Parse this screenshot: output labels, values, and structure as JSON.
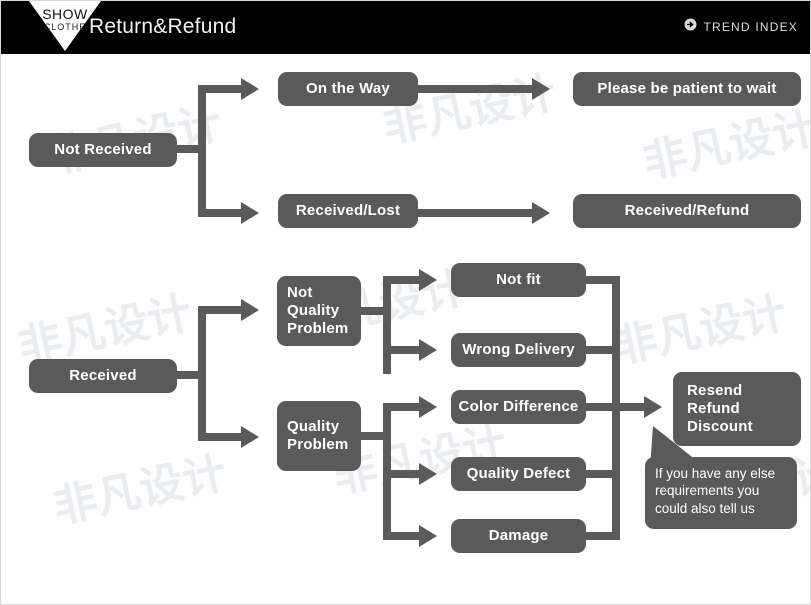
{
  "header": {
    "logo_primary": "SHOW",
    "logo_secondary": "CLOTHE",
    "title": "Return&Refund",
    "brand_text": "TREND INDEX",
    "brand_icon": "circle-arrow-icon",
    "background_color": "#000000",
    "title_color": "#f2f2f2"
  },
  "theme": {
    "node_color": "#5a5a5a",
    "node_text_color": "#ffffff",
    "connector_color": "#5a5a5a",
    "canvas_color": "#ffffff",
    "watermark_color": "#e9edf2"
  },
  "watermark": {
    "text": "非凡设计"
  },
  "flow_top": {
    "root": "Not Received",
    "branches": [
      {
        "stage": "On the Way",
        "outcome": "Please be patient to wait"
      },
      {
        "stage": "Received/Lost",
        "outcome": "Received/Refund"
      }
    ]
  },
  "flow_bottom": {
    "root": "Received",
    "categories": [
      {
        "label": "Not Quality\nProblem",
        "line1": "Not",
        "line2": "Quality",
        "line3": "Problem"
      },
      {
        "label": "Quality\nProblem",
        "line1": "Quality",
        "line2": "Problem",
        "line3": ""
      }
    ],
    "reasons": [
      "Not fit",
      "Wrong Delivery",
      "Color Difference",
      "Quality Defect",
      "Damage"
    ],
    "resolution": {
      "line1": "Resend",
      "line2": "Refund",
      "line3": "Discount"
    },
    "note": "If you have any else requirements you could also tell us"
  }
}
